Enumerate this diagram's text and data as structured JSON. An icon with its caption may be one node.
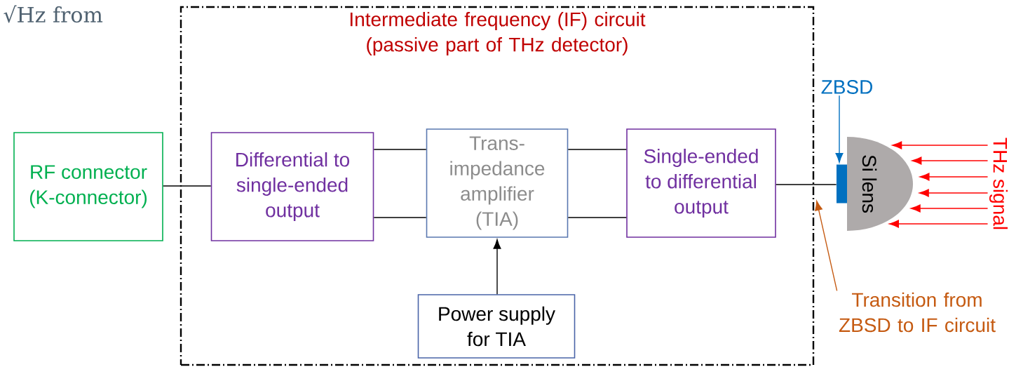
{
  "diagram": {
    "nodes": [
      {
        "text": [
          "Intermediate frequency (IF) circuit (passive part of THz detector)"
        ]
      },
      {
        "text": [
          "RF connector (K-connector)"
        ]
      },
      {
        "text": [
          "Differential to single-ended output"
        ],
        "in": 0
      },
      {
        "text": [
          "Trans-impedance amplifier (TIA)"
        ],
        "in": 0
      },
      {
        "text": [
          "Single-ended to differential output"
        ],
        "in": 0
      },
      {
        "text": [
          "Power supply for TIA"
        ],
        "in": 0
      },
      {
        "text": [
          "ZBSD"
        ]
      },
      {
        "text": [],
        "shape": "bar"
      },
      {
        "text": [
          "Si lens"
        ]
      },
      {
        "text": [
          "THz signal"
        ]
      },
      {
        "text": [
          "Transition from ZBSD to IF circuit"
        ]
      }
    ],
    "edges": [
      {
        "from": 1,
        "to": 2,
        "arrow": "none"
      },
      {
        "from": 2,
        "to": 3,
        "arrow": "none"
      },
      {
        "from": 2,
        "to": 3,
        "arrow": "none"
      },
      {
        "from": 3,
        "to": 4,
        "arrow": "none"
      },
      {
        "from": 3,
        "to": 4,
        "arrow": "none"
      },
      {
        "from": 5,
        "to": 3,
        "arrow": "to"
      },
      {
        "from": 4,
        "to": 7,
        "arrow": "none"
      },
      {
        "from": 6,
        "to": 7,
        "arrow": "to",
        "color": "#0070c0"
      },
      {
        "from": 10,
        "to": 0,
        "arrow": "to",
        "color": "#c55a11"
      },
      {
        "from": 9,
        "to": 8,
        "arrow": "to",
        "color": "#ff0000"
      },
      {
        "from": 9,
        "to": 8,
        "arrow": "to",
        "color": "#ff0000"
      },
      {
        "from": 9,
        "to": 8,
        "arrow": "to",
        "color": "#ff0000"
      },
      {
        "from": 9,
        "to": 8,
        "arrow": "to",
        "color": "#ff0000"
      },
      {
        "from": 9,
        "to": 8,
        "arrow": "to",
        "color": "#ff0000"
      },
      {
        "from": 9,
        "to": 8,
        "arrow": "to",
        "color": "#ff0000"
      }
    ],
    "labels": [
      "√Hz from"
    ]
  }
}
